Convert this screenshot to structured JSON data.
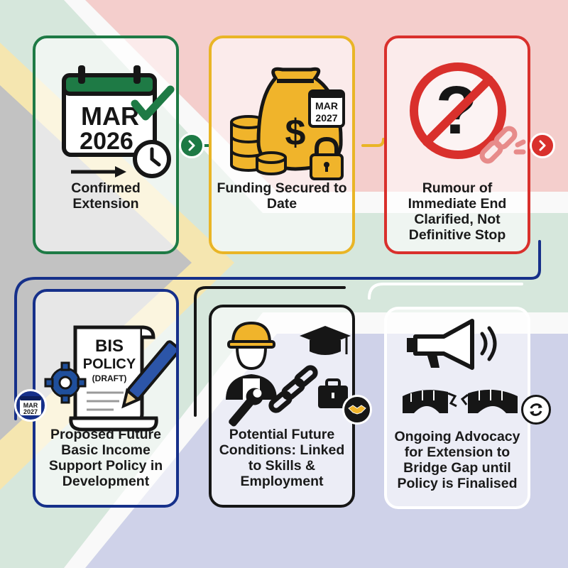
{
  "colors": {
    "green": "#1e7a45",
    "gold": "#e9b526",
    "red": "#d9302c",
    "navy": "#16308a",
    "black": "#161616",
    "white": "#ffffff"
  },
  "cards": [
    {
      "id": "confirmed-extension",
      "label": "Confirmed Extension",
      "border_color": "green",
      "icon": "calendar-check-clock-icon",
      "icon_text": [
        "MAR",
        "2026"
      ]
    },
    {
      "id": "funding-secured",
      "label": "Funding Secured to Date",
      "border_color": "gold",
      "icon": "money-bag-coins-lock-icon",
      "icon_text": [
        "MAR",
        "2027"
      ]
    },
    {
      "id": "rumour-clarified",
      "label": "Rumour of Immediate End Clarified, Not Definitive Stop",
      "border_color": "red",
      "icon": "no-question-broken-chain-icon",
      "icon_text": []
    },
    {
      "id": "proposed-bis-policy",
      "label": "Proposed Future Basic Income Support Policy in Development",
      "border_color": "navy",
      "icon": "policy-document-pen-gear-icon",
      "icon_text": [
        "BIS",
        "POLICY",
        "(DRAFT)",
        "MAR",
        "2027"
      ]
    },
    {
      "id": "future-conditions",
      "label": "Potential Future Conditions: Linked to Skills & Employment",
      "border_color": "black",
      "icon": "worker-chain-graduation-briefcase-icon",
      "icon_text": []
    },
    {
      "id": "ongoing-advocacy",
      "label": "Ongoing Advocacy for Extension to Bridge Gap until Policy is Finalised",
      "border_color": "white",
      "icon": "megaphone-bridge-gap-icon",
      "icon_text": []
    }
  ]
}
